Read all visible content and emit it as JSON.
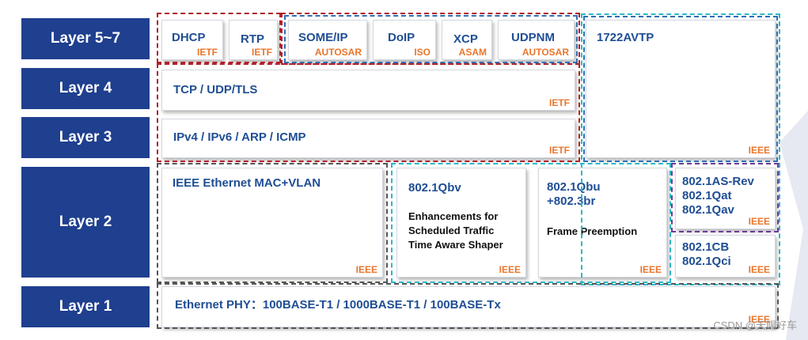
{
  "layers": [
    {
      "label": "Layer 5~7"
    },
    {
      "label": "Layer 4"
    },
    {
      "label": "Layer 3"
    },
    {
      "label": "Layer 2"
    },
    {
      "label": "Layer 1"
    }
  ],
  "protocols": {
    "dhcp": {
      "name": "DHCP",
      "org": "IETF"
    },
    "rtp": {
      "name": "RTP",
      "org": "IETF"
    },
    "someip": {
      "name": "SOME/IP",
      "org": "AUTOSAR"
    },
    "doip": {
      "name": "DoIP",
      "org": "ISO"
    },
    "xcp": {
      "name": "XCP",
      "org": "ASAM"
    },
    "udpnm": {
      "name": "UDPNM",
      "org": "AUTOSAR"
    },
    "avtp": {
      "name": "1722AVTP",
      "org": "IEEE"
    },
    "tcp": {
      "name": "TCP / UDP/TLS",
      "org": "IETF"
    },
    "ip": {
      "name": "IPv4 / IPv6 / ARP / ICMP",
      "org": "IETF"
    },
    "mac": {
      "name": "IEEE Ethernet MAC+VLAN",
      "org": "IEEE"
    },
    "qbv": {
      "name": "802.1Qbv",
      "desc": "Enhancements for\nScheduled Traffic\nTime Aware Shaper",
      "org": "IEEE"
    },
    "qbu": {
      "name": "802.1Qbu\n+802.3br",
      "desc": "Frame Preemption",
      "org": "IEEE"
    },
    "as": {
      "name": "802.1AS-Rev\n802.1Qat\n802.1Qav",
      "org": "IEEE"
    },
    "cb": {
      "name": "802.1CB\n802.1Qci",
      "org": "IEEE"
    },
    "phy": {
      "name": "Ethernet PHY：100BASE-T1 / 1000BASE-T1 / 100BASE-Tx",
      "org": "IEEE"
    }
  },
  "colors": {
    "layer_bg": "#1f3f8f",
    "title": "#1f4e94",
    "org": "#e8762c",
    "dash_red": "#b0202a",
    "dash_blue": "#2f6fb5",
    "dash_teal": "#2bb8c9",
    "dash_purple": "#6a3a9a",
    "dash_gray": "#555555"
  },
  "watermark": "CSDN @天赐好车"
}
